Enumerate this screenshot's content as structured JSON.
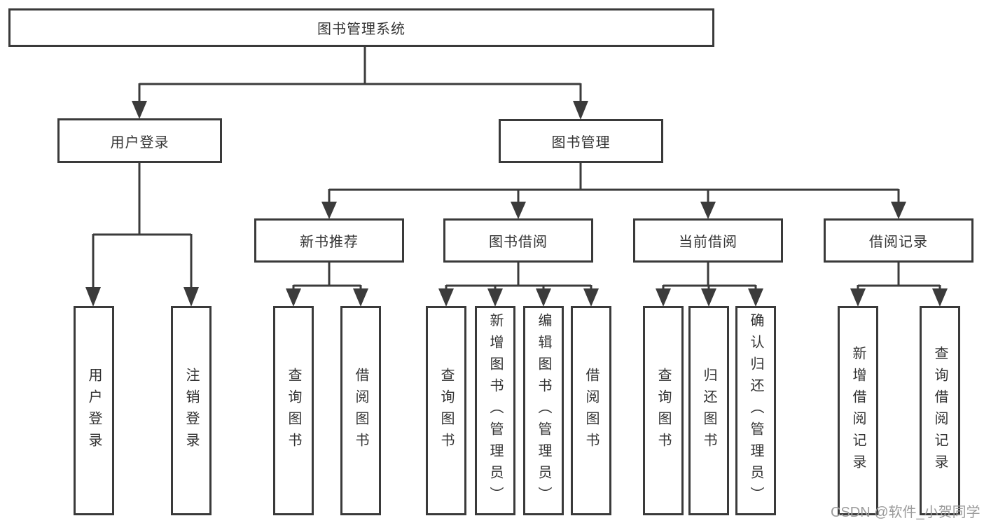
{
  "root": {
    "label": "图书管理系统"
  },
  "branches": [
    {
      "label": "用户登录",
      "children": [
        {
          "label": "用户登录"
        },
        {
          "label": "注销登录"
        }
      ]
    },
    {
      "label": "图书管理",
      "children": [
        {
          "label": "新书推荐",
          "children": [
            {
              "label": "查询图书"
            },
            {
              "label": "借阅图书"
            }
          ]
        },
        {
          "label": "图书借阅",
          "children": [
            {
              "label": "查询图书"
            },
            {
              "label": "新增图书（管理员）"
            },
            {
              "label": "编辑图书（管理员）"
            },
            {
              "label": "借阅图书"
            }
          ]
        },
        {
          "label": "当前借阅",
          "children": [
            {
              "label": "查询图书"
            },
            {
              "label": "归还图书"
            },
            {
              "label": "确认归还（管理员）"
            }
          ]
        },
        {
          "label": "借阅记录",
          "children": [
            {
              "label": "新增借阅记录"
            },
            {
              "label": "查询借阅记录"
            }
          ]
        }
      ]
    }
  ],
  "watermark": "CSDN @软件_小贺同学",
  "colors": {
    "line": "#3b3b3b",
    "box_border": "#3a3a3a",
    "text": "#333333",
    "watermark": "#9b9b9b",
    "background": "#ffffff"
  }
}
